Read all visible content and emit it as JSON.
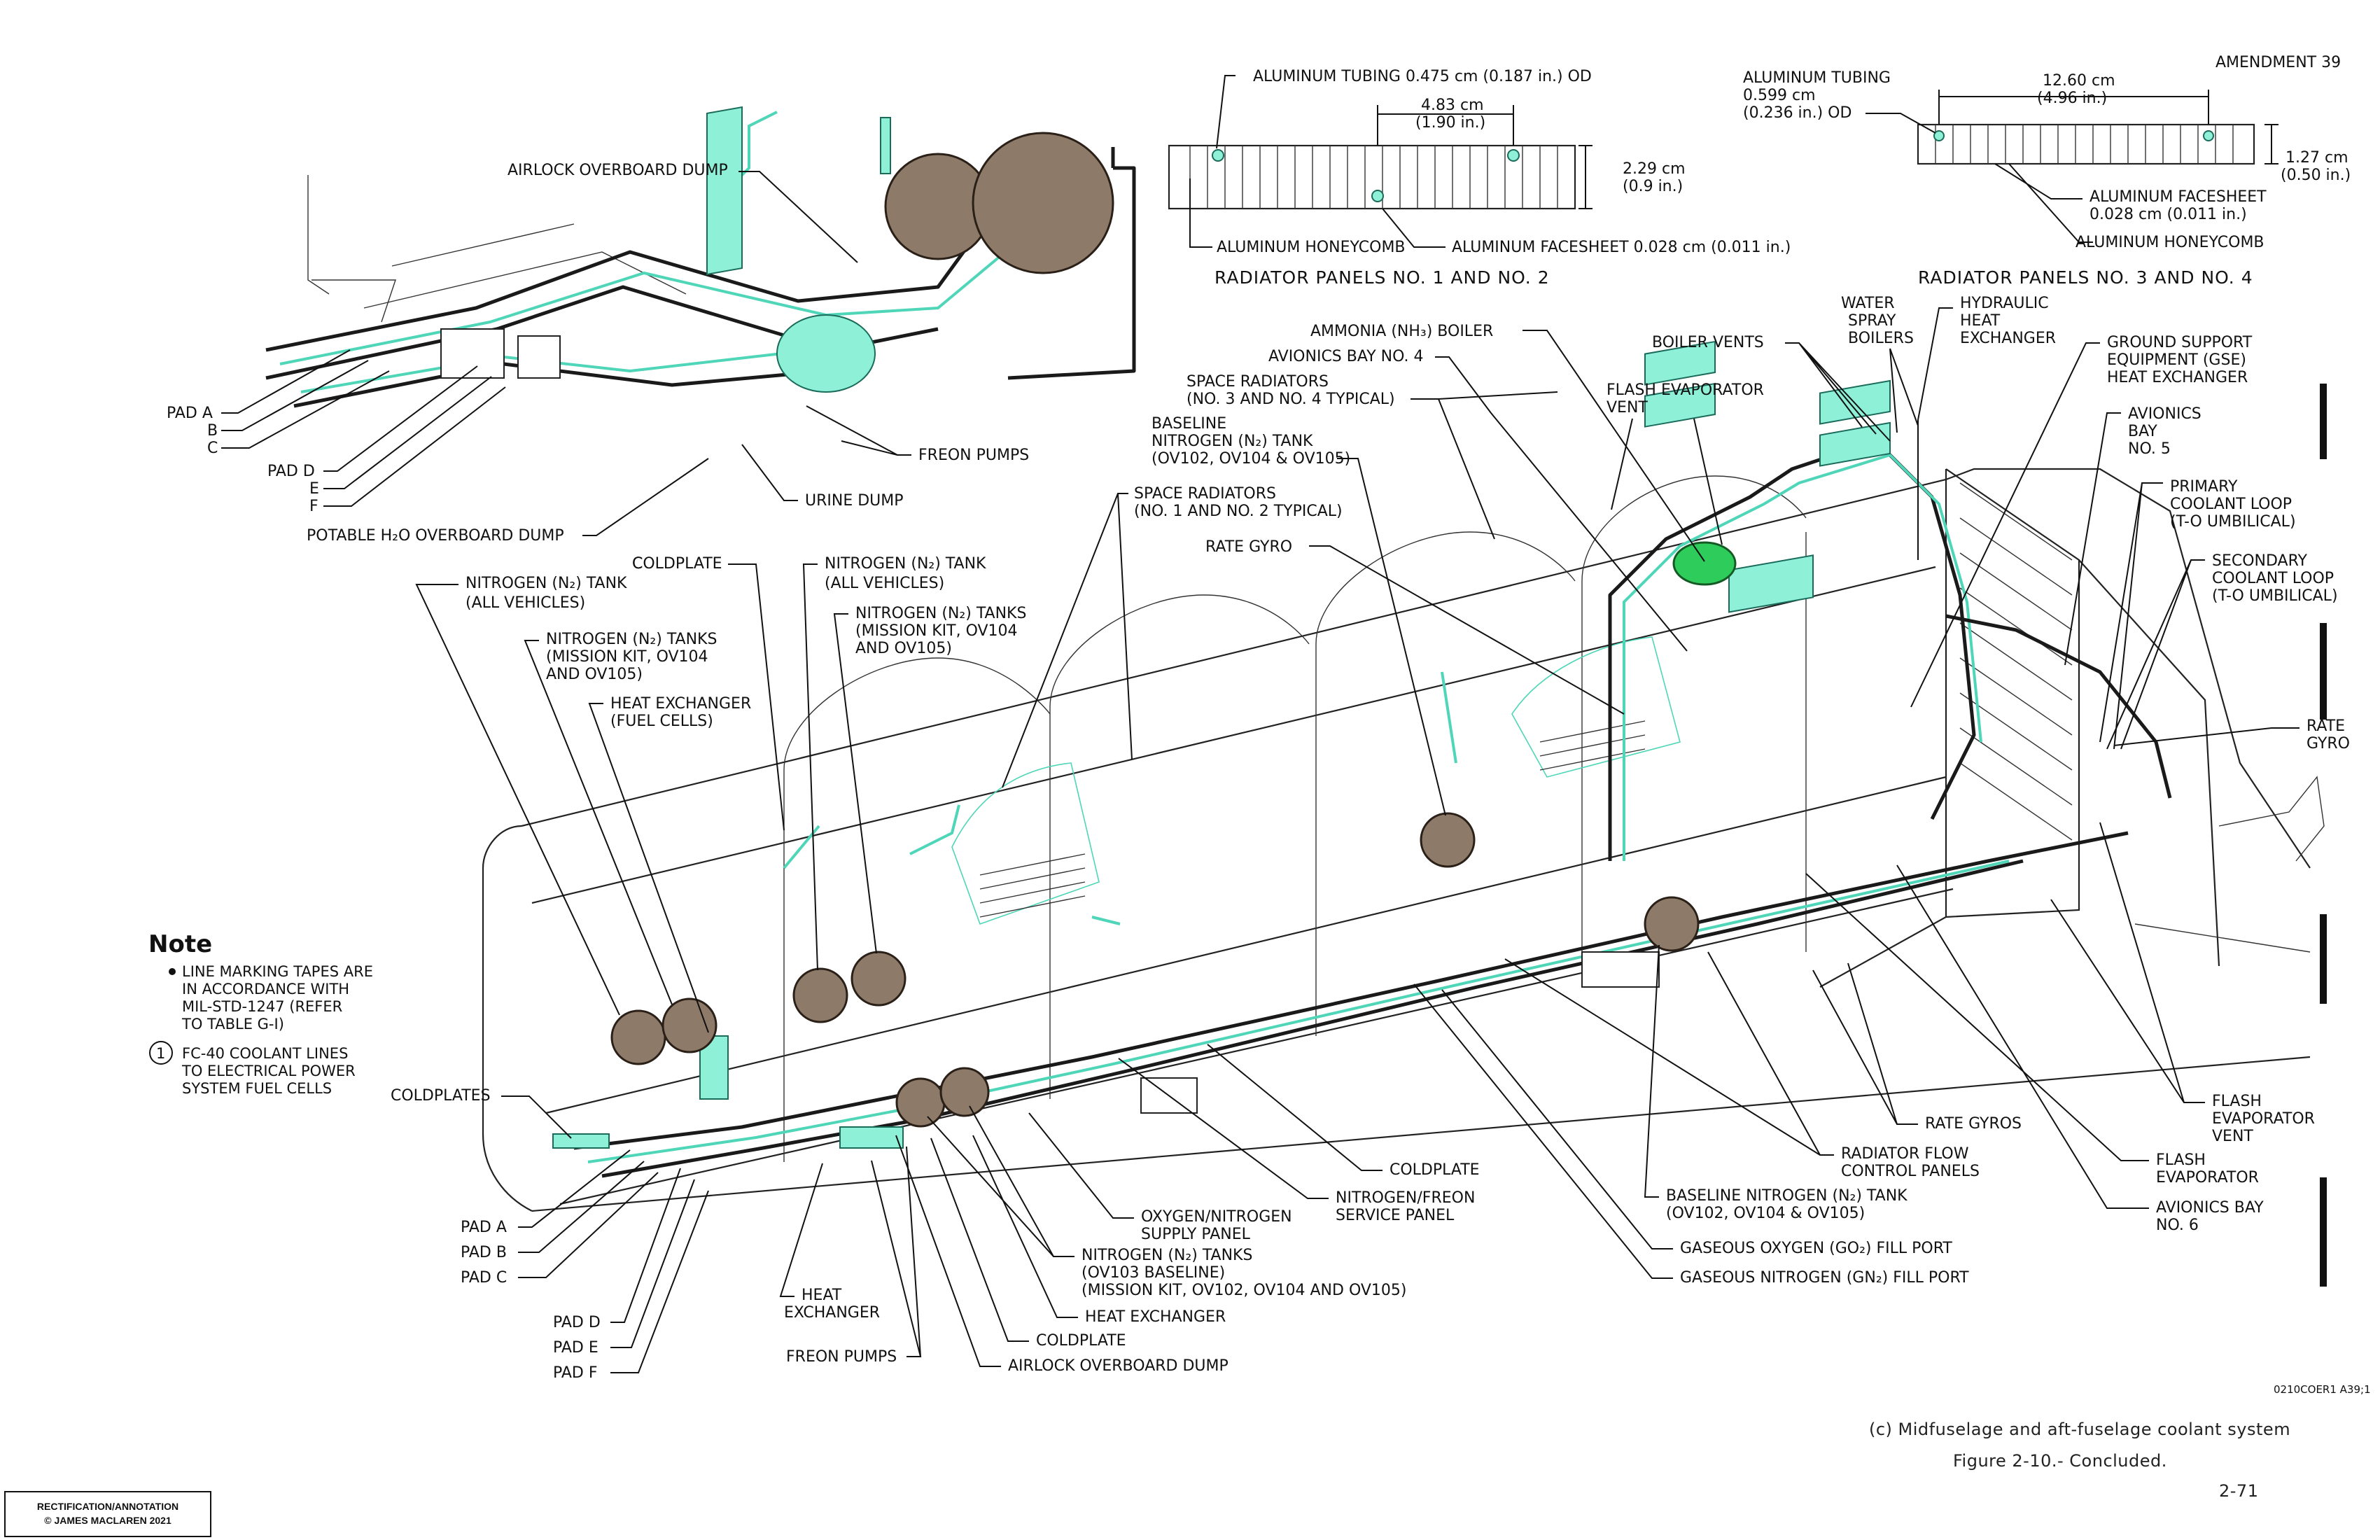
{
  "header": {
    "amendment": "AMENDMENT 39"
  },
  "panels_12": {
    "tubing": "ALUMINUM TUBING 0.475 cm  (0.187 in.) OD",
    "spacing": [
      "4.83 cm",
      "(1.90 in.)"
    ],
    "thickness": [
      "2.29 cm",
      "(0.9 in.)"
    ],
    "honeycomb": "ALUMINUM HONEYCOMB",
    "facesheet": "ALUMINUM FACESHEET 0.028 cm  (0.011 in.)",
    "title": "RADIATOR PANELS NO. 1 AND NO. 2"
  },
  "panels_34": {
    "tubing": [
      "ALUMINUM TUBING",
      "0.599 cm",
      "(0.236 in.) OD"
    ],
    "spacing": [
      "12.60 cm",
      "(4.96 in.)"
    ],
    "thickness": [
      "1.27 cm",
      "(0.50 in.)"
    ],
    "facesheet": [
      "ALUMINUM FACESHEET",
      "0.028 cm  (0.011 in.)"
    ],
    "honeycomb": "ALUMINUM HONEYCOMB",
    "title": "RADIATOR PANELS NO. 3 AND NO. 4"
  },
  "inset_labels": {
    "airlock_dump": "AIRLOCK OVERBOARD DUMP",
    "pad_a": "PAD A",
    "b": "B",
    "c": "C",
    "pad_d": "PAD D",
    "e": "E",
    "f": "F",
    "potable_dump": "POTABLE H₂O OVERBOARD DUMP",
    "freon_pumps": "FREON PUMPS",
    "urine_dump": "URINE DUMP"
  },
  "callouts": {
    "ammonia_boiler": "AMMONIA (NH₃) BOILER",
    "avionics_bay_4": "AVIONICS BAY NO. 4",
    "space_radiators_34": [
      "SPACE RADIATORS",
      "(NO. 3 AND NO. 4 TYPICAL)"
    ],
    "baseline_n2_tank_top": [
      "BASELINE",
      "NITROGEN (N₂) TANK",
      "(OV102, OV104 & OV105)"
    ],
    "space_radiators_12": [
      "SPACE RADIATORS",
      "(NO. 1 AND NO. 2 TYPICAL)"
    ],
    "rate_gyro_top": "RATE GYRO",
    "boiler_vents": "BOILER VENTS",
    "flash_evap_vent_top": [
      "FLASH EVAPORATOR",
      "VENT"
    ],
    "water_spray_boilers": [
      "WATER",
      "SPRAY",
      "BOILERS"
    ],
    "hydraulic_hx": [
      "HYDRAULIC",
      "HEAT",
      "EXCHANGER"
    ],
    "gse_hx": [
      "GROUND SUPPORT",
      "EQUIPMENT (GSE)",
      "HEAT EXCHANGER"
    ],
    "avionics_bay_5": [
      "AVIONICS",
      "BAY",
      "NO. 5"
    ],
    "primary_loop": [
      "PRIMARY",
      "COOLANT LOOP",
      "(T-O UMBILICAL)"
    ],
    "secondary_loop": [
      "SECONDARY",
      "COOLANT LOOP",
      "(T-O UMBILICAL)"
    ],
    "rate_gyro_right": [
      "RATE",
      "GYRO"
    ],
    "n2_tank_all_left": [
      "NITROGEN (N₂) TANK",
      "(ALL VEHICLES)"
    ],
    "n2_tanks_mission": [
      "NITROGEN (N₂) TANKS",
      "(MISSION KIT, OV104",
      "AND OV105)"
    ],
    "hx_fuel_cells": [
      "HEAT EXCHANGER",
      "(FUEL CELLS)"
    ],
    "coldplate_top": "COLDPLATE",
    "n2_tank_all_mid": [
      "NITROGEN (N₂) TANK",
      "(ALL VEHICLES)"
    ],
    "n2_tanks_mission_mid": [
      "NITROGEN (N₂) TANKS",
      "(MISSION KIT, OV104",
      "AND OV105)"
    ],
    "coldplates": "COLDPLATES",
    "pad_a": "PAD A",
    "pad_b": "PAD B",
    "pad_c": "PAD C",
    "pad_d": "PAD D",
    "pad_e": "PAD E",
    "pad_f": "PAD F",
    "heat_exchanger_left": [
      "HEAT",
      "EXCHANGER"
    ],
    "freon_pumps": "FREON PUMPS",
    "airlock_dump": "AIRLOCK OVERBOARD DUMP",
    "coldplate_bottom": "COLDPLATE",
    "heat_exchanger_bottom": "HEAT EXCHANGER",
    "n2_tanks_ov103": [
      "NITROGEN (N₂) TANKS",
      "(OV103 BASELINE)",
      "(MISSION KIT, OV102, OV104 AND OV105)"
    ],
    "o2_n2_supply": [
      "OXYGEN/NITROGEN",
      "SUPPLY PANEL"
    ],
    "n2_freon_service": [
      "NITROGEN/FREON",
      "SERVICE PANEL"
    ],
    "coldplate_mid": "COLDPLATE",
    "baseline_n2_tank_bottom": [
      "BASELINE NITROGEN (N₂) TANK",
      "(OV102, OV104 & OV105)"
    ],
    "go2_fill": "GASEOUS OXYGEN (GO₂) FILL PORT",
    "gn2_fill": "GASEOUS NITROGEN (GN₂) FILL PORT",
    "radiator_flow": [
      "RADIATOR FLOW",
      "CONTROL PANELS"
    ],
    "rate_gyros": "RATE GYROS",
    "flash_evap_vent_right": [
      "FLASH",
      "EVAPORATOR",
      "VENT"
    ],
    "flash_evap": [
      "FLASH",
      "EVAPORATOR"
    ],
    "avionics_bay_6": [
      "AVIONICS BAY",
      "NO. 6"
    ]
  },
  "note": {
    "title": "Note",
    "bullet": [
      "LINE MARKING TAPES ARE",
      "IN ACCORDANCE WITH",
      "MIL-STD-1247 (REFER",
      "TO TABLE G-I)"
    ],
    "num": "1",
    "numbered": [
      "FC-40 COOLANT LINES",
      "TO ELECTRICAL POWER",
      "SYSTEM FUEL CELLS"
    ]
  },
  "footer": {
    "code": "0210COER1 A39;1",
    "caption": "(c) Midfuselage and aft-fuselage coolant system",
    "figure": "Figure 2-10.-  Concluded.",
    "page": "2-71"
  },
  "stamp": [
    "RECTIFICATION/ANNOTATION",
    "© JAMES MACLAREN 2021"
  ],
  "colors": {
    "coolant": "#8ff0d8",
    "tank": "#8d7a68",
    "boiler": "#2ecc5a"
  }
}
